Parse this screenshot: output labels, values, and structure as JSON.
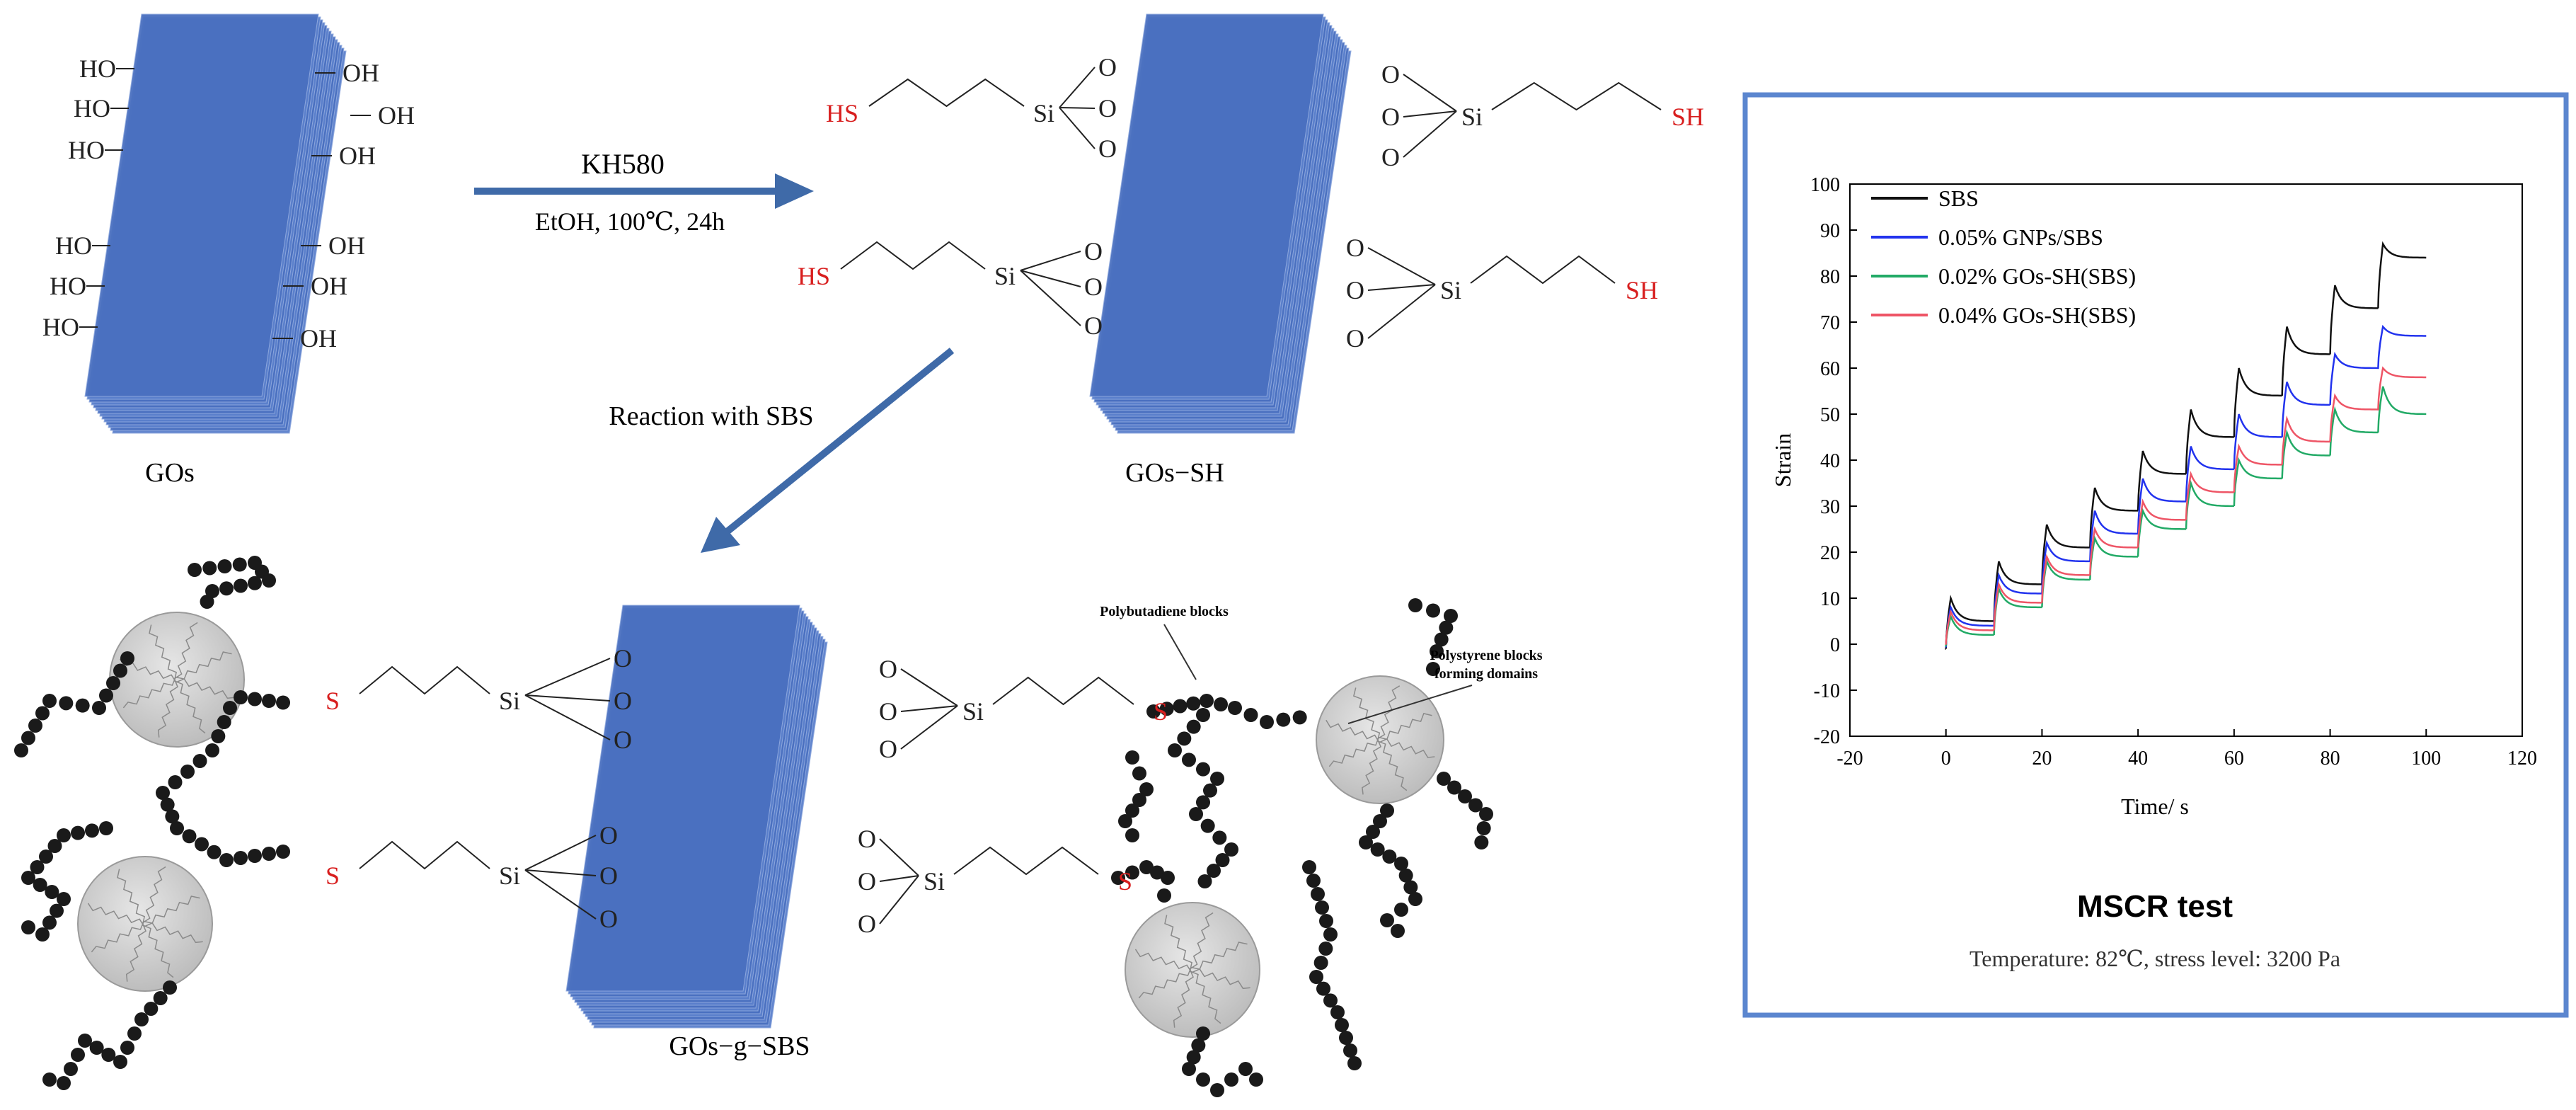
{
  "scheme": {
    "gos": {
      "label": "GOs",
      "oh_left": [
        "HO",
        "HO",
        "HO",
        "HO",
        "HO",
        "HO"
      ],
      "oh_right": [
        "OH",
        "OH",
        "OH",
        "OH",
        "OH",
        "OH"
      ]
    },
    "step1": {
      "reagent": "KH580",
      "conditions": "EtOH, 100℃, 24h"
    },
    "gos_sh": {
      "label": "GOs−SH",
      "thiol": "HS",
      "thiol_right": "SH",
      "silicon": "Si",
      "oxygen": "O"
    },
    "step2": {
      "label": "Reaction with SBS"
    },
    "gos_g_sbs": {
      "label": "GOs−g−SBS",
      "sulfur": "S",
      "silicon": "Si",
      "oxygen": "O",
      "annotation_polybutadiene": "Polybutadiene blocks",
      "annotation_polystyrene_line1": "Polystyrene blocks",
      "annotation_polystyrene_line2": "forming domains"
    },
    "colors": {
      "sheet": "#4a70c0",
      "sheet_dark": "#3a5ea8",
      "arrow": "#3f6aa8",
      "thiol_red": "#d81e1e",
      "panel_border": "#5b86cf",
      "chain": "#1a1a1a",
      "domain": "#c8c8c8"
    }
  },
  "mscr_panel": {
    "title": "MSCR test",
    "subtitle": "Temperature: 82℃, stress level: 3200 Pa"
  },
  "chart_data": {
    "type": "line",
    "title": "",
    "xlabel": "Time/ s",
    "ylabel": "Strain",
    "xlim": [
      -20,
      120
    ],
    "ylim": [
      -20,
      100
    ],
    "xticks": [
      -20,
      0,
      20,
      40,
      60,
      80,
      100,
      120
    ],
    "yticks": [
      -20,
      -10,
      0,
      10,
      20,
      30,
      40,
      50,
      60,
      70,
      80,
      90,
      100
    ],
    "grid": false,
    "legend_position": "top-left",
    "cycle_period_s": 10,
    "cycles": 10,
    "series": [
      {
        "name": "SBS",
        "color": "#111111",
        "creep_peaks": [
          10,
          18,
          26,
          34,
          42,
          51,
          60,
          69,
          78,
          87
        ],
        "recovery_troughs": [
          5,
          13,
          21,
          29,
          37,
          45,
          54,
          63,
          73,
          84
        ]
      },
      {
        "name": "0.05% GNPs/SBS",
        "color": "#2233ee",
        "creep_peaks": [
          8,
          15,
          22,
          29,
          36,
          43,
          50,
          57,
          63,
          69
        ],
        "recovery_troughs": [
          4,
          11,
          18,
          24,
          31,
          38,
          45,
          52,
          60,
          67
        ]
      },
      {
        "name": "0.02% GOs-SH(SBS)",
        "color": "#22aa66",
        "creep_peaks": [
          6,
          12,
          18,
          23,
          29,
          35,
          40,
          46,
          51,
          56
        ],
        "recovery_troughs": [
          2,
          8,
          14,
          19,
          25,
          30,
          36,
          41,
          46,
          50
        ]
      },
      {
        "name": "0.04% GOs-SH(SBS)",
        "color": "#ee5566",
        "creep_peaks": [
          7,
          13,
          19,
          25,
          31,
          37,
          43,
          49,
          54,
          60
        ],
        "recovery_troughs": [
          3,
          9,
          15,
          21,
          27,
          33,
          39,
          44,
          51,
          58
        ]
      }
    ]
  }
}
